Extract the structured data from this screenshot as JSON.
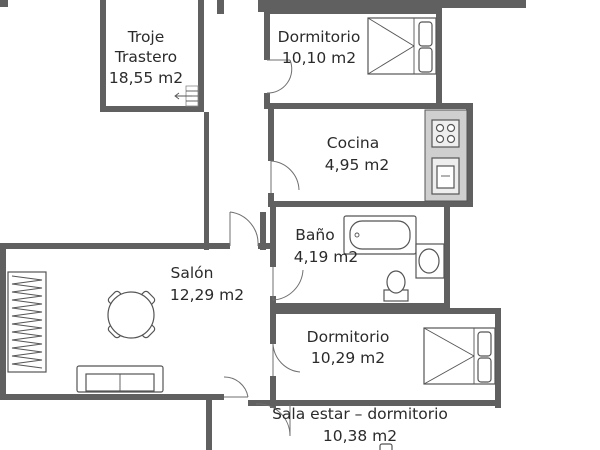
{
  "rooms": {
    "troje": {
      "name_line1": "Troje",
      "name_line2": "Trastero",
      "area": "18,55 m2"
    },
    "dormitorio_top": {
      "name": "Dormitorio",
      "area": "10,10 m2"
    },
    "cocina": {
      "name": "Cocina",
      "area": "4,95 m2"
    },
    "bano": {
      "name": "Baño",
      "area": "4,19 m2"
    },
    "salon": {
      "name": "Salón",
      "area": "12,29 m2"
    },
    "dormitorio_mid": {
      "name": "Dormitorio",
      "area": "10,29 m2"
    },
    "sala_estar": {
      "name": "Sala estar – dormitorio",
      "area": "10,38 m2"
    }
  },
  "colors": {
    "wall": "#606060",
    "background": "#ffffff",
    "text": "#2b2b2b",
    "kitchen_counter": "#cfcfcf"
  }
}
